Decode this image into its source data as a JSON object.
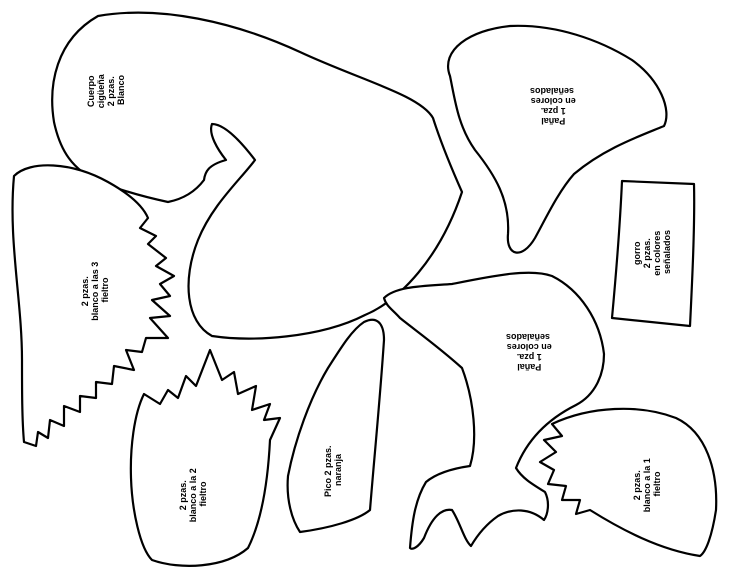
{
  "pieces": {
    "body": {
      "lines": [
        "Cuerpo",
        "cigüeña",
        "2 pzas.",
        "Blanco"
      ]
    },
    "diaper_top": {
      "lines": [
        "Pañal",
        "1 pza.",
        "en colores",
        "señalados"
      ]
    },
    "hat": {
      "lines": [
        "gorro",
        "2 pzas.",
        "en colores",
        "señalados"
      ]
    },
    "wing_large": {
      "lines": [
        "2 pzas.",
        "blanco a las 3",
        "fieltro"
      ]
    },
    "diaper_bottom": {
      "lines": [
        "Pañal",
        "1 pza.",
        "en colores",
        "señalados"
      ]
    },
    "wing_medium": {
      "lines": [
        "2 pzas.",
        "blanco a la 2",
        "fieltro"
      ]
    },
    "beak": {
      "lines": [
        "Pico 2 pzas.",
        "naranja"
      ]
    },
    "wing_small": {
      "lines": [
        "2 pzas.",
        "blanco a la 1",
        "fieltro"
      ]
    }
  },
  "colors": {
    "outline": "#000000",
    "paper": "#ffffff"
  }
}
